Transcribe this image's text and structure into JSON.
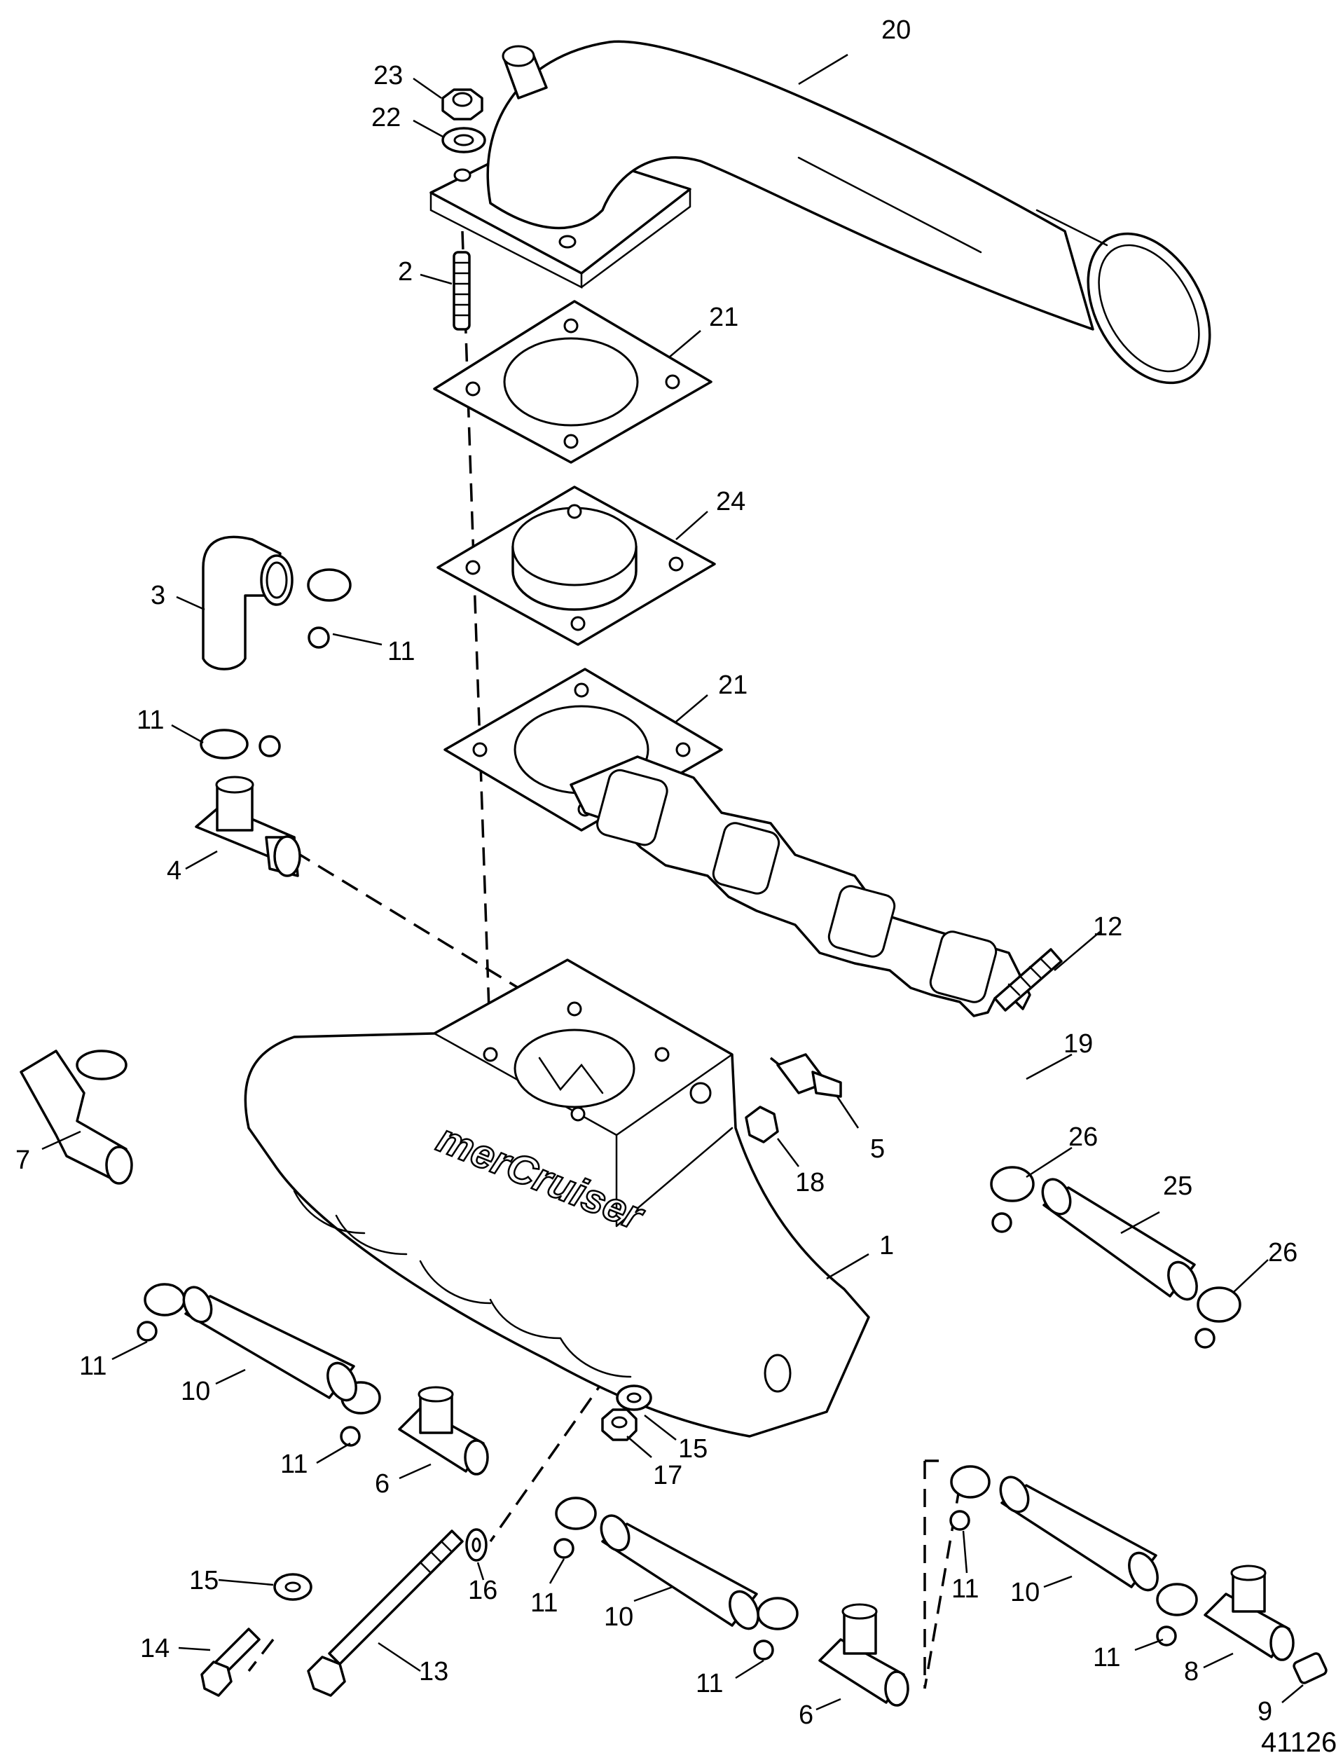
{
  "diagram": {
    "brand_logo": "merCruiser",
    "reference_number": "41126",
    "callouts": {
      "c1": "1",
      "c2": "2",
      "c3": "3",
      "c4": "4",
      "c5": "5",
      "c6a": "6",
      "c6b": "6",
      "c7": "7",
      "c8": "8",
      "c9": "9",
      "c10a": "10",
      "c10b": "10",
      "c10c": "10",
      "c11a": "11",
      "c11b": "11",
      "c11c": "11",
      "c11d": "11",
      "c11e": "11",
      "c11f": "11",
      "c11g": "11",
      "c11h": "11",
      "c12": "12",
      "c13": "13",
      "c14": "14",
      "c15a": "15",
      "c15b": "15",
      "c16": "16",
      "c17": "17",
      "c18": "18",
      "c19": "19",
      "c20": "20",
      "c21a": "21",
      "c21b": "21",
      "c22": "22",
      "c23": "23",
      "c24": "24",
      "c25": "25",
      "c26a": "26",
      "c26b": "26"
    }
  }
}
